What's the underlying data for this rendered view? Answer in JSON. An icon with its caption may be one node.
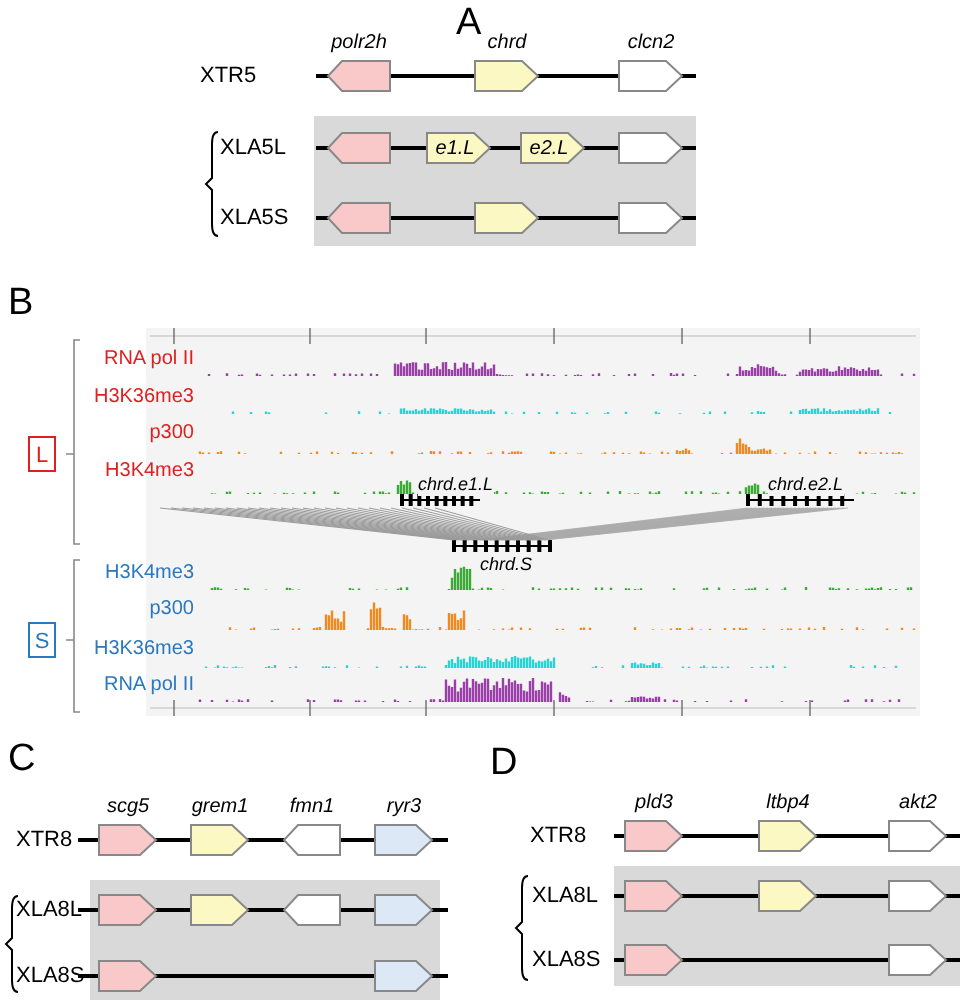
{
  "diagram": {
    "nodes": [
      {
        "text": [
          "polr2h"
        ]
      },
      {
        "text": [
          "chrd"
        ]
      },
      {
        "text": [
          "clcn2"
        ]
      },
      {
        "text": [],
        "shape": "pentagon"
      },
      {
        "text": [
          "e1.L"
        ]
      },
      {
        "text": [
          "e2.L"
        ]
      },
      {
        "text": [],
        "shape": "pentagon"
      },
      {
        "text": [],
        "shape": "pentagon"
      },
      {
        "text": [],
        "shape": "pentagon"
      },
      {
        "text": [],
        "shape": "pentagon"
      },
      {
        "text": [
          "L"
        ]
      },
      {
        "text": [
          "S"
        ]
      },
      {
        "text": [
          "scg5"
        ]
      },
      {
        "text": [
          "grem1"
        ]
      },
      {
        "text": [
          "fmn1"
        ]
      },
      {
        "text": [
          "ryr3"
        ]
      },
      {
        "text": [],
        "shape": "pentagon"
      },
      {
        "text": [],
        "shape": "pentagon"
      },
      {
        "text": [],
        "shape": "pentagon"
      },
      {
        "text": [],
        "shape": "pentagon"
      },
      {
        "text": [],
        "shape": "pentagon"
      },
      {
        "text": [],
        "shape": "pentagon"
      },
      {
        "text": [
          "pld3"
        ]
      },
      {
        "text": [
          "ltbp4"
        ]
      },
      {
        "text": [
          "akt2"
        ]
      },
      {
        "text": [],
        "shape": "pentagon"
      },
      {
        "text": [],
        "shape": "pentagon"
      },
      {
        "text": [],
        "shape": "pentagon"
      },
      {
        "text": [],
        "shape": "pentagon"
      },
      {
        "text": [],
        "shape": "pentagon"
      }
    ],
    "labels": [
      "A",
      "XTR5",
      "XLA5L",
      "XLA5S",
      "B",
      "RNA pol II",
      "H3K36me3",
      "p300",
      "H3K4me3",
      "chrd.e1.L",
      "chrd.e2.L",
      "chrd.S",
      "H3K4me3",
      "p300",
      "H3K36me3",
      "RNA pol II",
      "C",
      "XTR8",
      "XLA8L",
      "XLA8S",
      "D",
      "XTR8",
      "XLA8L",
      "XLA8S"
    ]
  }
}
